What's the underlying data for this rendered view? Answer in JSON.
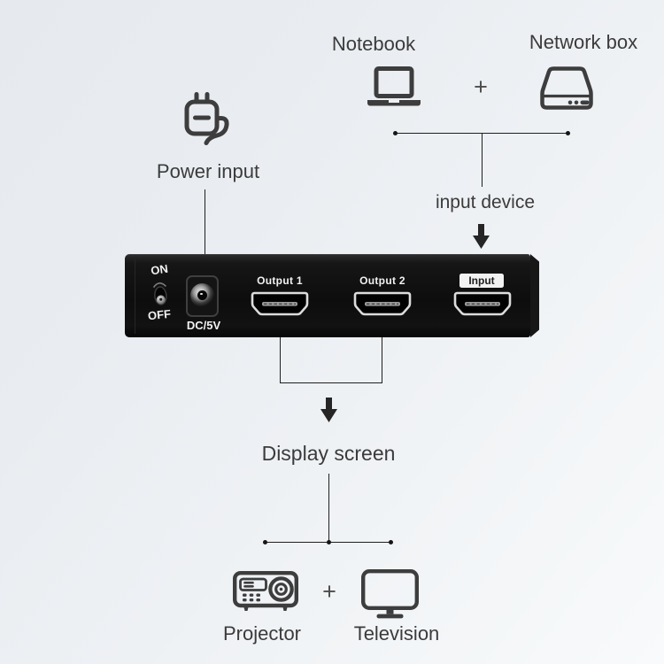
{
  "input_section": {
    "notebook_label": "Notebook",
    "plus_sign": "+",
    "network_box_label": "Network box",
    "group_label": "input device"
  },
  "power_section": {
    "label": "Power input"
  },
  "device_panel": {
    "power_switch": {
      "on": "ON",
      "off": "OFF"
    },
    "dc_port_label": "DC/5V",
    "ports": {
      "output1": "Output 1",
      "output2": "Output 2",
      "input": "Input"
    }
  },
  "output_section": {
    "group_label": "Display screen",
    "projector_label": "Projector",
    "plus_sign": "+",
    "television_label": "Television"
  },
  "colors": {
    "background_start": "#e6eaee",
    "background_end": "#f8fafb",
    "panel_black": "#0d0d0d",
    "label_text": "#3b3b3b",
    "panel_text": "#f2f2f2",
    "icon_stroke": "#3d3d3d",
    "line": "#1f1f1f",
    "hdmi_outline": "#dcdcdc"
  }
}
